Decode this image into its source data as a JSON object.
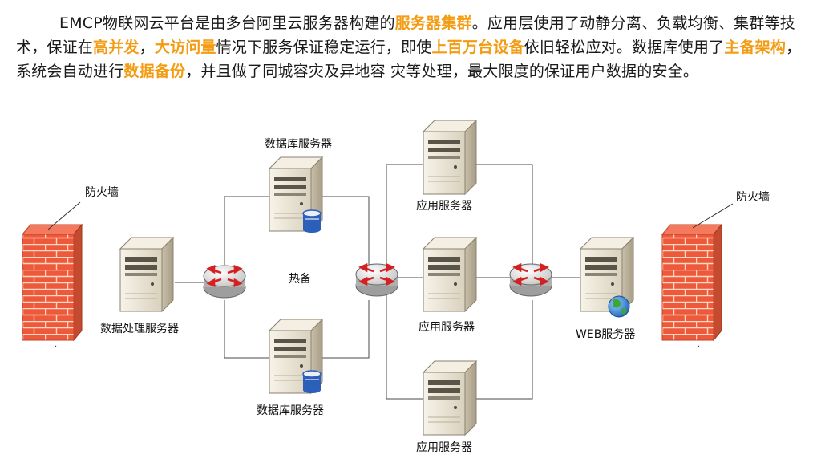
{
  "paragraph": [
    {
      "text": "EMCP物联网云平台是由多台阿里云服务器构建的",
      "hl": false
    },
    {
      "text": "服务器集群",
      "hl": true
    },
    {
      "text": "。应用层使用了动静分离、负载均衡、集群等技术，保证在",
      "hl": false
    },
    {
      "text": "高并发",
      "hl": true
    },
    {
      "text": "，",
      "hl": false
    },
    {
      "text": "大访问量",
      "hl": true
    },
    {
      "text": "情况下服务保证稳定运行，即使",
      "hl": false
    },
    {
      "text": "上百万台设备",
      "hl": true
    },
    {
      "text": "依旧轻松应对。数据库使用了",
      "hl": false
    },
    {
      "text": "主备架构",
      "hl": true
    },
    {
      "text": "，系统会自动进行",
      "hl": false
    },
    {
      "text": "数据备份",
      "hl": true
    },
    {
      "text": "，并且做了同城容灾及异地容 灾等处理，最大限度的保证用户数据的安全。",
      "hl": false
    }
  ],
  "diagram": {
    "labels": {
      "firewall_left": "防火墙",
      "firewall_right": "防火墙",
      "data_processing_server": "数据处理服务器",
      "db_server_top": "数据库服务器",
      "db_server_bottom": "数据库服务器",
      "hot_standby": "热备",
      "app_server_1": "应用服务器",
      "app_server_2": "应用服务器",
      "app_server_3": "应用服务器",
      "web_server": "WEB服务器"
    },
    "colors": {
      "highlight": "#f39c12",
      "firewall_brick": "#e8583a",
      "router_arrow": "#d42020",
      "server_body": "#ece6d6",
      "globe": "#2a7bd4"
    }
  }
}
